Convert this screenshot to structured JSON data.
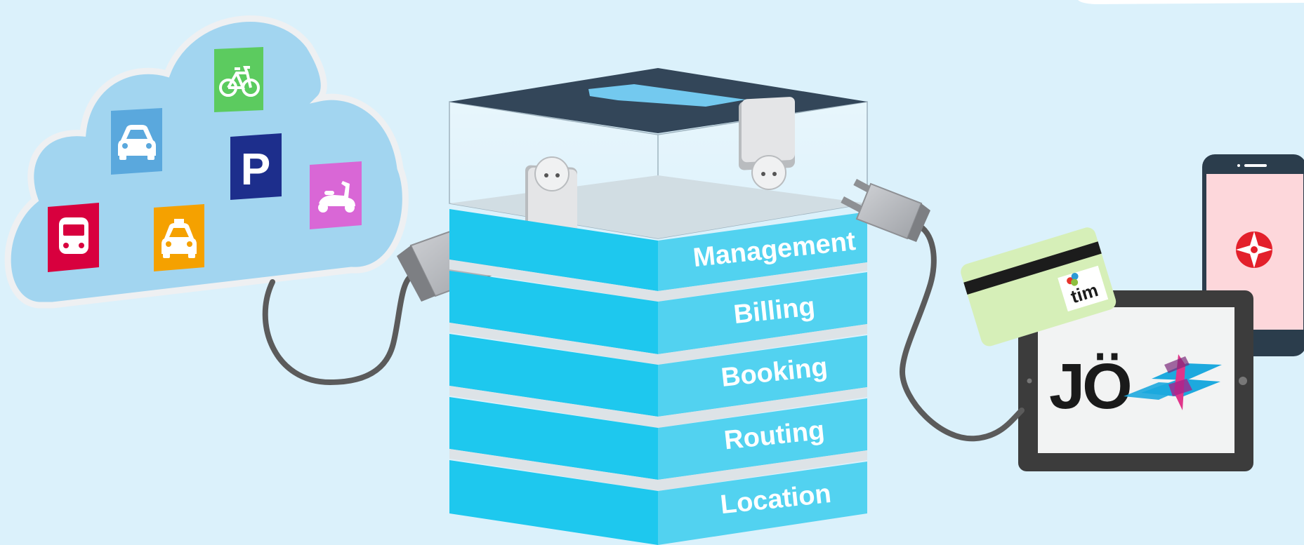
{
  "stack_layers": [
    {
      "label": "Management"
    },
    {
      "label": "Billing"
    },
    {
      "label": "Booking"
    },
    {
      "label": "Routing"
    },
    {
      "label": "Location"
    }
  ],
  "cloud_services": [
    {
      "icon": "bicycle-icon",
      "color": "#5ccb5f"
    },
    {
      "icon": "car-icon",
      "color": "#5aa8dd"
    },
    {
      "icon": "parking-icon",
      "label": "P",
      "color": "#1d2e8c"
    },
    {
      "icon": "scooter-icon",
      "color": "#d967d6"
    },
    {
      "icon": "bus-icon",
      "color": "#d8003e"
    },
    {
      "icon": "taxi-icon",
      "color": "#f5a100"
    }
  ],
  "card": {
    "brand": "tim"
  },
  "tablet": {
    "logo_text": "JÖ"
  },
  "colors": {
    "background": "#dbf1fb",
    "stack_blue": "#1ecbf0",
    "stack_lid": "#334659",
    "cloud": "#a2d5f0",
    "cable": "#5b5b5b",
    "card": "#d6efb8",
    "phone_screen": "#fdd7db",
    "tablet_frame": "#3c3c3c",
    "accent_red": "#e3202b"
  }
}
